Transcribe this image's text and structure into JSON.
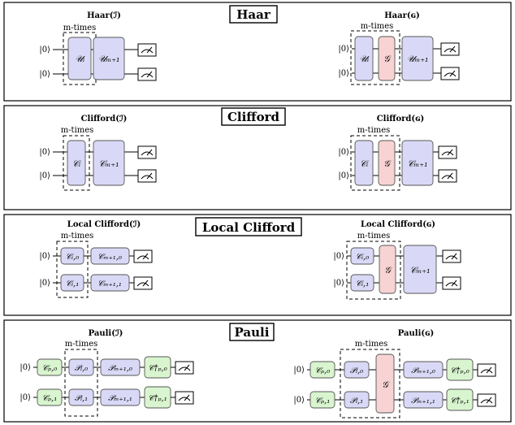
{
  "panels": [
    {
      "title": "Haar",
      "left_label": "Haar(ℐ)",
      "right_label": "Haar(ɢ)",
      "mtimes": "m-times",
      "ket": "|0⟩",
      "gates": {
        "u_i": "𝒰ᵢ",
        "u_m1": "𝒰ₘ₊₁",
        "g": "𝒢"
      }
    },
    {
      "title": "Clifford",
      "left_label": "Clifford(ℐ)",
      "right_label": "Clifford(ɢ)",
      "mtimes": "m-times",
      "ket": "|0⟩",
      "gates": {
        "c_i": "𝒞ᵢ",
        "c_m1": "𝒞ₘ₊₁",
        "g": "𝒢"
      }
    },
    {
      "title": "Local Clifford",
      "left_label": "Local Clifford(ℐ)",
      "right_label": "Local Clifford(ɢ)",
      "mtimes": "m-times",
      "ket": "|0⟩",
      "gates": {
        "c_i0": "𝒞ᵢ,₀",
        "c_i1": "𝒞ᵢ,₁",
        "c_m10": "𝒞ₘ₊₁,₀",
        "c_m11": "𝒞ₘ₊₁,₁",
        "c_m1": "𝒞ₘ₊₁",
        "g": "𝒢"
      }
    },
    {
      "title": "Pauli",
      "left_label": "Pauli(ℐ)",
      "right_label": "Pauli(ɢ)",
      "mtimes": "m-times",
      "ket": "|0⟩",
      "gates": {
        "cp0": "𝒞ₚ,₀",
        "cp1": "𝒞ₚ,₁",
        "p_i0": "𝒫ᵢ,₀",
        "p_i1": "𝒫ᵢ,₁",
        "p_m10": "𝒫ₘ₊₁,₀",
        "p_m11": "𝒫ₘ₊₁,₁",
        "cpd0": "𝒞†ₚ,₀",
        "cpd1": "𝒞†ₚ,₁",
        "g": "𝒢"
      }
    }
  ]
}
